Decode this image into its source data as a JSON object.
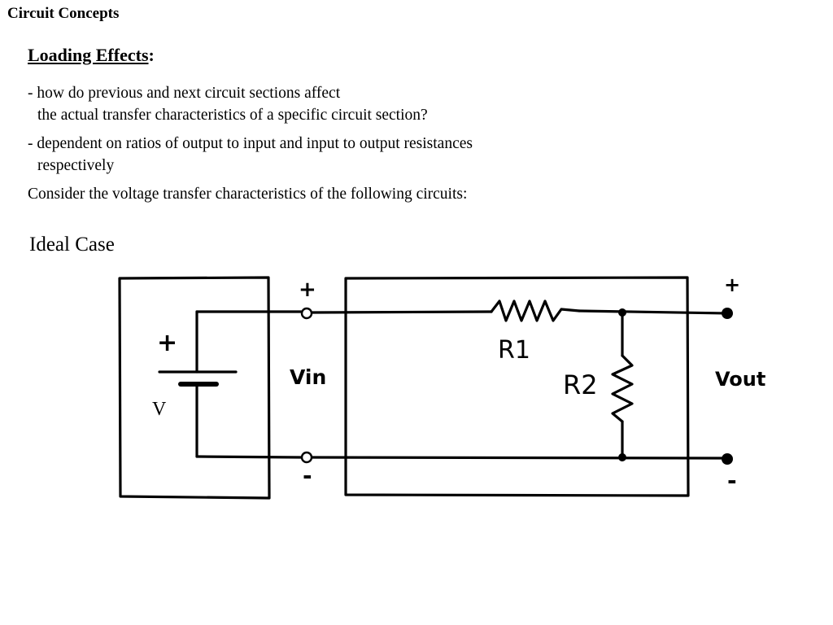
{
  "header": {
    "title": "Circuit Concepts"
  },
  "section": {
    "title": "Loading Effects",
    "colon": ":"
  },
  "bullets": {
    "b1_line1": "- how do previous and next circuit sections affect",
    "b1_line2": "the actual transfer characteristics of a specific circuit section?",
    "b2_line1": "- dependent on ratios of output to input and input to output resistances",
    "b2_line2": "respectively",
    "b3": "Consider the voltage transfer characteristics of the following circuits:"
  },
  "case": {
    "title": "Ideal Case"
  },
  "diagram": {
    "source_label": "V",
    "source_plus": "+",
    "vin_plus": "+",
    "vin_label": "Vin",
    "vin_minus": "-",
    "r1_label": "R1",
    "r2_label": "R2",
    "vout_plus": "+",
    "vout_label": "Vout",
    "vout_minus": "-"
  }
}
